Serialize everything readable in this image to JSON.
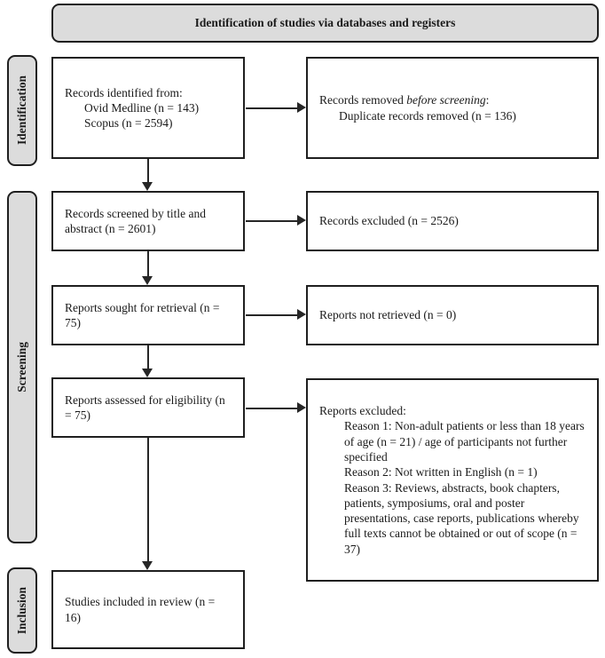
{
  "header": {
    "title": "Identification of studies via databases and registers"
  },
  "stage_labels": {
    "identification": "Identification",
    "screening": "Screening",
    "inclusion": "Inclusion"
  },
  "boxes": {
    "records_identified": {
      "title": "Records identified from:",
      "items": [
        "Ovid Medline (n = 143)",
        "Scopus (n = 2594)"
      ]
    },
    "records_removed": {
      "prefix": "Records removed ",
      "emphasis": "before screening",
      "suffix": ":",
      "items": [
        "Duplicate records removed (n = 136)"
      ]
    },
    "records_screened": {
      "text": "Records screened by title and abstract (n = 2601)"
    },
    "records_excluded": {
      "text": "Records excluded (n = 2526)"
    },
    "reports_sought": {
      "text": "Reports sought for retrieval (n = 75)"
    },
    "reports_not_retrieved": {
      "text": "Reports not retrieved (n = 0)"
    },
    "reports_assessed": {
      "text": "Reports assessed for eligibility (n = 75)"
    },
    "reports_excluded": {
      "title": "Reports excluded:",
      "reasons": [
        "Reason 1: Non-adult patients or less than 18 years of age (n = 21) / age of participants not further specified",
        "Reason 2: Not written in English (n = 1)",
        "Reason 3: Reviews, abstracts, book chapters, patients, symposiums, oral and poster presentations, case reports, publications whereby full texts cannot be obtained or out of scope (n = 37)"
      ]
    },
    "studies_included": {
      "text": "Studies included in review (n = 16)"
    }
  },
  "colors": {
    "shaded_fill": "#dcdcdc",
    "box_fill": "#ffffff",
    "border": "#1f1f1f",
    "text": "#1a1a1a"
  }
}
